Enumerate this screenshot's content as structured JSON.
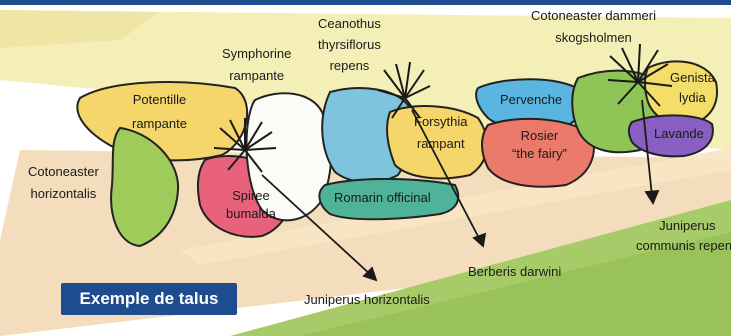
{
  "caption": "Exemple de talus",
  "plants": {
    "potentille": [
      "Potentille",
      "rampante"
    ],
    "symphorine": [
      "Symphorine",
      "rampante"
    ],
    "ceanothus": [
      "Ceanothus",
      "thyrsiflorus",
      "repens"
    ],
    "cotoneaster_dammeri": [
      "Cotoneaster dammeri",
      "skogsholmen"
    ],
    "genista": [
      "Genista",
      "lydia"
    ],
    "pervenche": [
      "Pervenche"
    ],
    "lavande": [
      "Lavande"
    ],
    "forsythia": [
      "Forsythia",
      "rampant"
    ],
    "rosier": [
      "Rosier",
      "“the fairy”"
    ],
    "cotoneaster_horizontalis": [
      "Cotoneaster",
      "horizontalis"
    ],
    "spiree": [
      "Spiree",
      "bumalda"
    ],
    "romarin": [
      "Romarin officinal"
    ],
    "juniperus_communis": [
      "Juniperus",
      "communis repens"
    ],
    "berberis": [
      "Berberis darwini"
    ],
    "juniperus_horizontalis": [
      "Juniperus horizontalis"
    ]
  },
  "colors": {
    "caption_bg": "#1e4c8f",
    "top_line": "#1e4c8f",
    "sky": "#f4ecb0",
    "ground": "#f3d9b6",
    "lawn": "#a9cc6a"
  }
}
